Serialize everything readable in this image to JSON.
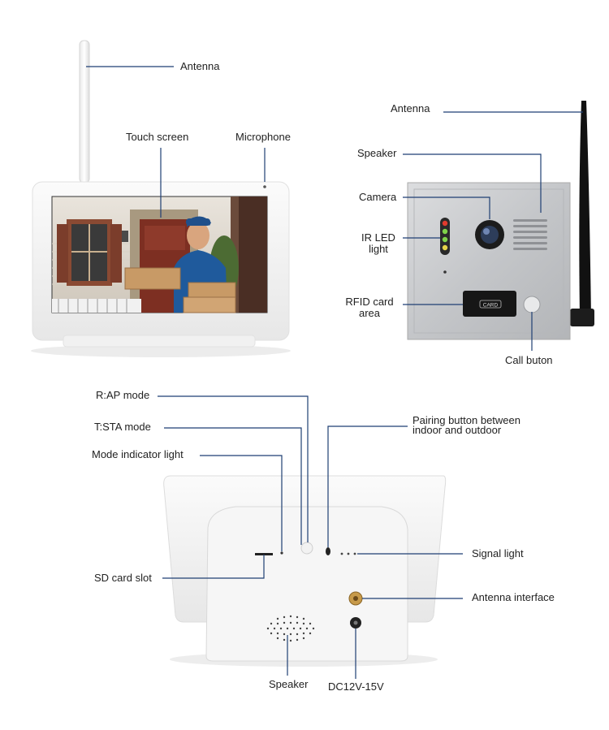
{
  "labels": {
    "monitor_antenna": "Antenna",
    "touch_screen": "Touch screen",
    "microphone": "Microphone",
    "door_antenna": "Antenna",
    "speaker_top": "Speaker",
    "camera": "Camera",
    "ir_led": "IR LED",
    "ir_led_2": "light",
    "rfid": "RFID card",
    "rfid_2": "area",
    "call_button": "Call buton",
    "rap_mode": "R:AP mode",
    "tsta_mode": "T:STA mode",
    "mode_indicator": "Mode indicator light",
    "pairing": "Pairing button between",
    "pairing_2": "indoor and outdoor",
    "sd_card": "SD card slot",
    "signal_light": "Signal light",
    "antenna_interface": "Antenna interface",
    "speaker_bottom": "Speaker",
    "dc": "DC12V-15V"
  },
  "card_text": "CARD",
  "colors": {
    "leader_line": "#1f3f73",
    "device_white": "#f4f4f4",
    "panel_metal": "#c9cbcd"
  }
}
